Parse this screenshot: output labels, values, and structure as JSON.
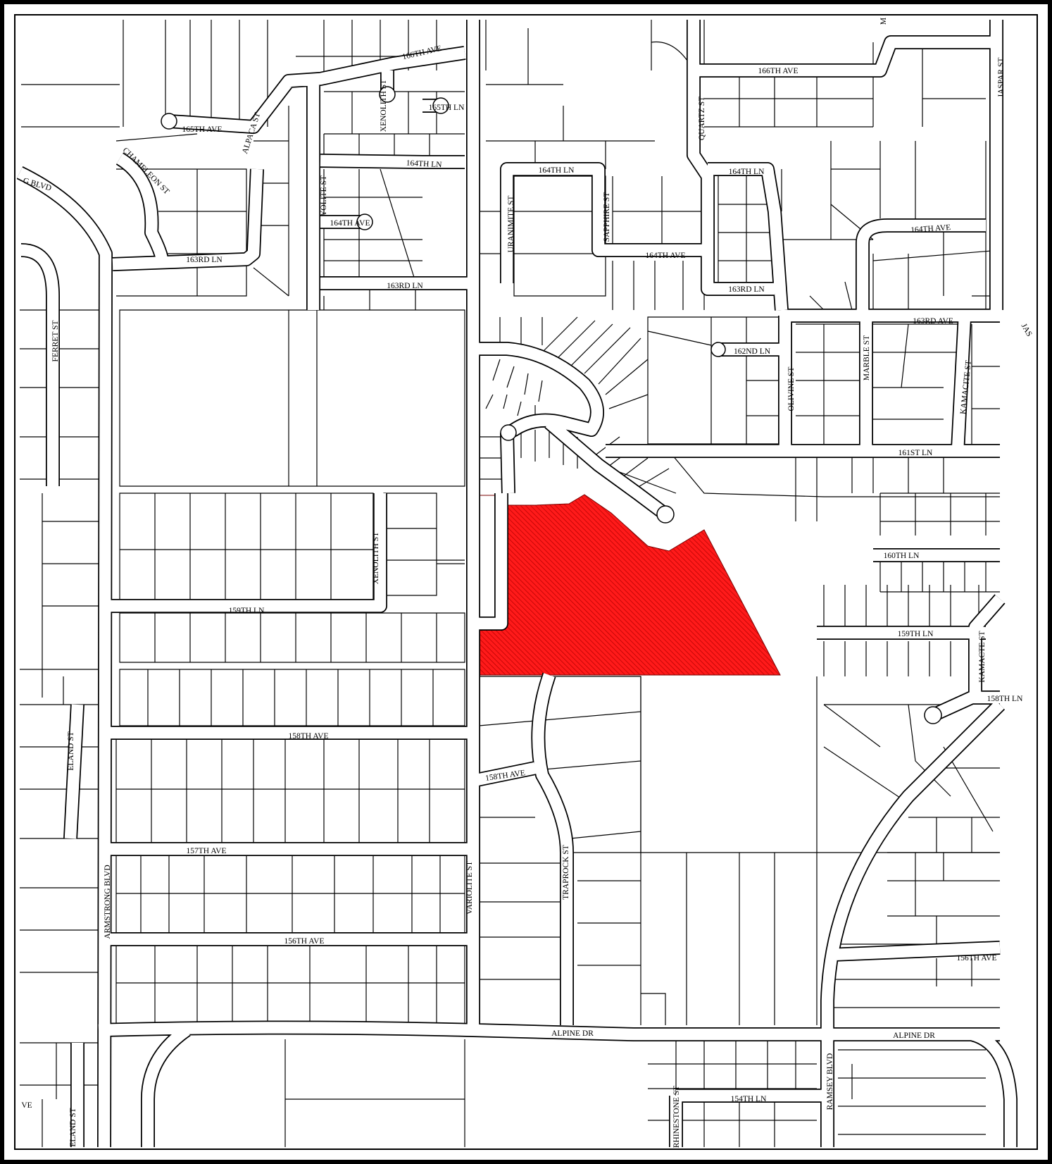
{
  "map": {
    "highlight_color": "#ff1a1a",
    "streets": {
      "s166th_ave_a": "166TH AVE",
      "s166th_ave_b": "166TH AVE",
      "s165th_ave": "165TH AVE",
      "s165th_ln": "165TH LN",
      "s164th_ln_a": "164TH LN",
      "s164th_ln_b": "164TH LN",
      "s164th_ln_c": "164TH LN",
      "s164th_ave_a": "164TH AVE",
      "s164th_ave_b": "164TH AVE",
      "s164th_ave_c": "164TH AVE",
      "s163rd_ln_a": "163RD LN",
      "s163rd_ln_b": "163RD LN",
      "s163rd_ln_c": "163RD LN",
      "s163rd_ave": "163RD AVE",
      "s162nd_ln": "162ND LN",
      "s161st_ln": "161ST LN",
      "s160th_ln": "160TH LN",
      "s159th_ln_a": "159TH LN",
      "s159th_ln_b": "159TH LN",
      "s158th_ln": "158TH LN",
      "s158th_ave_a": "158TH AVE",
      "s158th_ave_b": "158TH AVE",
      "s157th_ave": "157TH AVE",
      "s156th_ave_a": "156TH AVE",
      "s156th_ave_b": "156TH AVE",
      "s154th_ln": "154TH LN",
      "alpine_dr_a": "ALPINE DR",
      "alpine_dr_b": "ALPINE DR",
      "armstrong_blvd": "ARMSTRONG BLVD",
      "armstrong_blvd_frag": "G BLVD",
      "ramsey_blvd": "RAMSEY BLVD",
      "alpaca_st": "ALPACA ST",
      "chameleon_st": "CHAMELEON ST",
      "yolite_st": "YOLITE ST",
      "xenolith_st_a": "XENOLITH ST",
      "xenolith_st_b": "XENOLITH ST",
      "uranimite_st": "URANIMITE ST",
      "sapphire_st": "SAPPHIRE ST",
      "quartz_st": "QUARTZ ST",
      "jaspar_st": "JASPAR ST",
      "jaspar_frag": "JAS",
      "olivine_st": "OLIVINE ST",
      "marble_st": "MARBLE ST",
      "kamacite_st_a": "KAMACITE ST",
      "kamacite_st_b": "KAMACTE ST",
      "ferret_st": "FERRET ST",
      "eland_st_a": "ELAND ST",
      "eland_st_b": "ELAND ST",
      "variolite_st": "VARIOLITE ST",
      "traprock_st": "TRAPROCK ST",
      "rhinestone_st": "RHINESTONE ST",
      "ave_frag": "VE",
      "top_frag": "M"
    }
  }
}
